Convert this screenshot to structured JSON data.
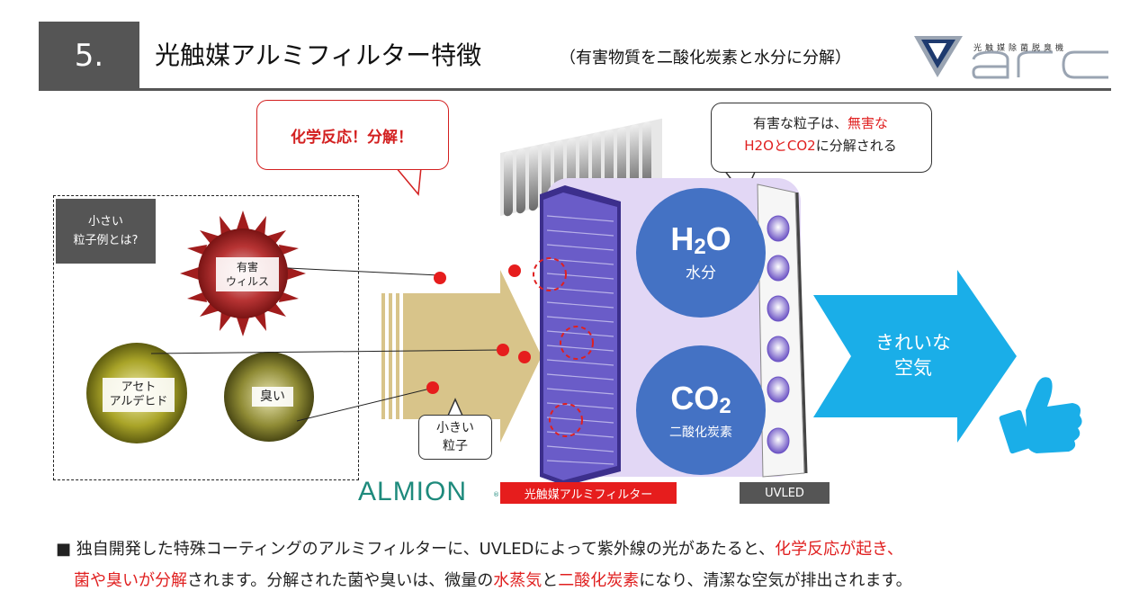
{
  "header": {
    "section_number": "5.",
    "title": "光触媒アルミフィルター特徴",
    "subtitle": "（有害物質を二酸化炭素と水分に分解）",
    "brand_tagline": "光触媒除菌脱臭機"
  },
  "bubble_reaction": {
    "text": "化学反応！分解！"
  },
  "bubble_result": {
    "line1_a": "有害な粒子は、",
    "line1_b": "無害な",
    "line2_a": "H2OとCO2",
    "line2_b": "に分解される"
  },
  "examples": {
    "tag_line1": "小さい",
    "tag_line2": "粒子例とは?",
    "virus_line1": "有害",
    "virus_line2": "ウィルス",
    "aldehyde_line1": "アセト",
    "aldehyde_line2": "アルデヒド",
    "odor": "臭い"
  },
  "small_particle": {
    "line1": "小きい",
    "line2": "粒子"
  },
  "h2o": {
    "formula_main": "H",
    "formula_sub": "2",
    "formula_end": "O",
    "label": "水分"
  },
  "co2": {
    "formula_main": "CO",
    "formula_sub": "2",
    "label": "二酸化炭素"
  },
  "clean_air": {
    "line1": "きれいな",
    "line2": "空気"
  },
  "labels": {
    "almion": "ALMION",
    "almion_mark": "®",
    "filter": "光触媒アルミフィルター",
    "uvled": "UVLED"
  },
  "footer": {
    "line1_a": "■ 独自開発した特殊コーティングのアルミフィルターに、UVLEDによって紫外線の光があたると、",
    "line1_b": "化学反応が起き、",
    "line2_a": "菌や臭いが分解",
    "line2_b": "されます。分解された菌や臭いは、微量の",
    "line2_c": "水蒸気",
    "line2_d": "と",
    "line2_e": "二酸化炭素",
    "line2_f": "になり、清潔な空気が排出されます。"
  },
  "colors": {
    "accent_red": "#e61d1d",
    "header_gray": "#555555",
    "circle_blue": "#4472c4",
    "arrow_cyan": "#1aaee8",
    "arrow_tan": "#d8c48a",
    "filter_purple": "#5a4db0",
    "brand_teal": "#1e8a7c"
  },
  "icons": [
    "thumbs-up-icon",
    "virus-icon",
    "arc-logo-icon",
    "metal-grille-icon",
    "uv-led-icon"
  ]
}
